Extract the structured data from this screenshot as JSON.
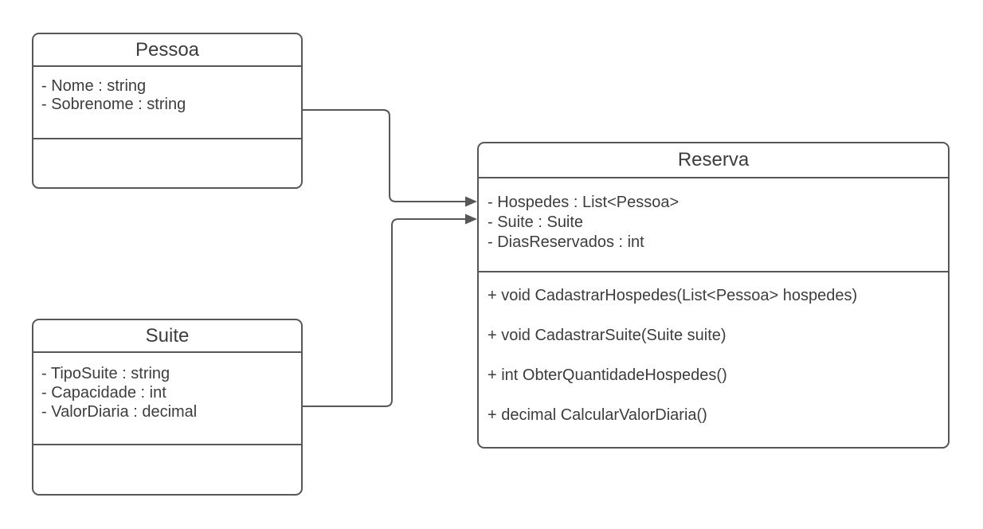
{
  "diagram": {
    "kind": "uml-class-diagram",
    "background_color": "#ffffff",
    "stroke_color": "#575757",
    "text_color": "#3d3d3d"
  },
  "classes": [
    {
      "name": "Pessoa",
      "attributes": [
        "- Nome : string",
        "- Sobrenome : string"
      ],
      "methods": []
    },
    {
      "name": "Suite",
      "attributes": [
        "- TipoSuite : string",
        "- Capacidade : int",
        "- ValorDiaria : decimal"
      ],
      "methods": []
    },
    {
      "name": "Reserva",
      "attributes": [
        "- Hospedes : List<Pessoa>",
        "- Suite : Suite",
        "- DiasReservados : int"
      ],
      "methods": [
        "+ void CadastrarHospedes(List<Pessoa> hospedes)",
        "+ void CadastrarSuite(Suite suite)",
        "+ int ObterQuantidadeHospedes()",
        "+ decimal CalcularValorDiaria()"
      ]
    }
  ],
  "connections": [
    {
      "from": "Pessoa",
      "to": "Reserva",
      "line_style": "solid",
      "arrow": "filled-triangle"
    },
    {
      "from": "Suite",
      "to": "Reserva",
      "line_style": "solid",
      "arrow": "filled-triangle"
    }
  ]
}
